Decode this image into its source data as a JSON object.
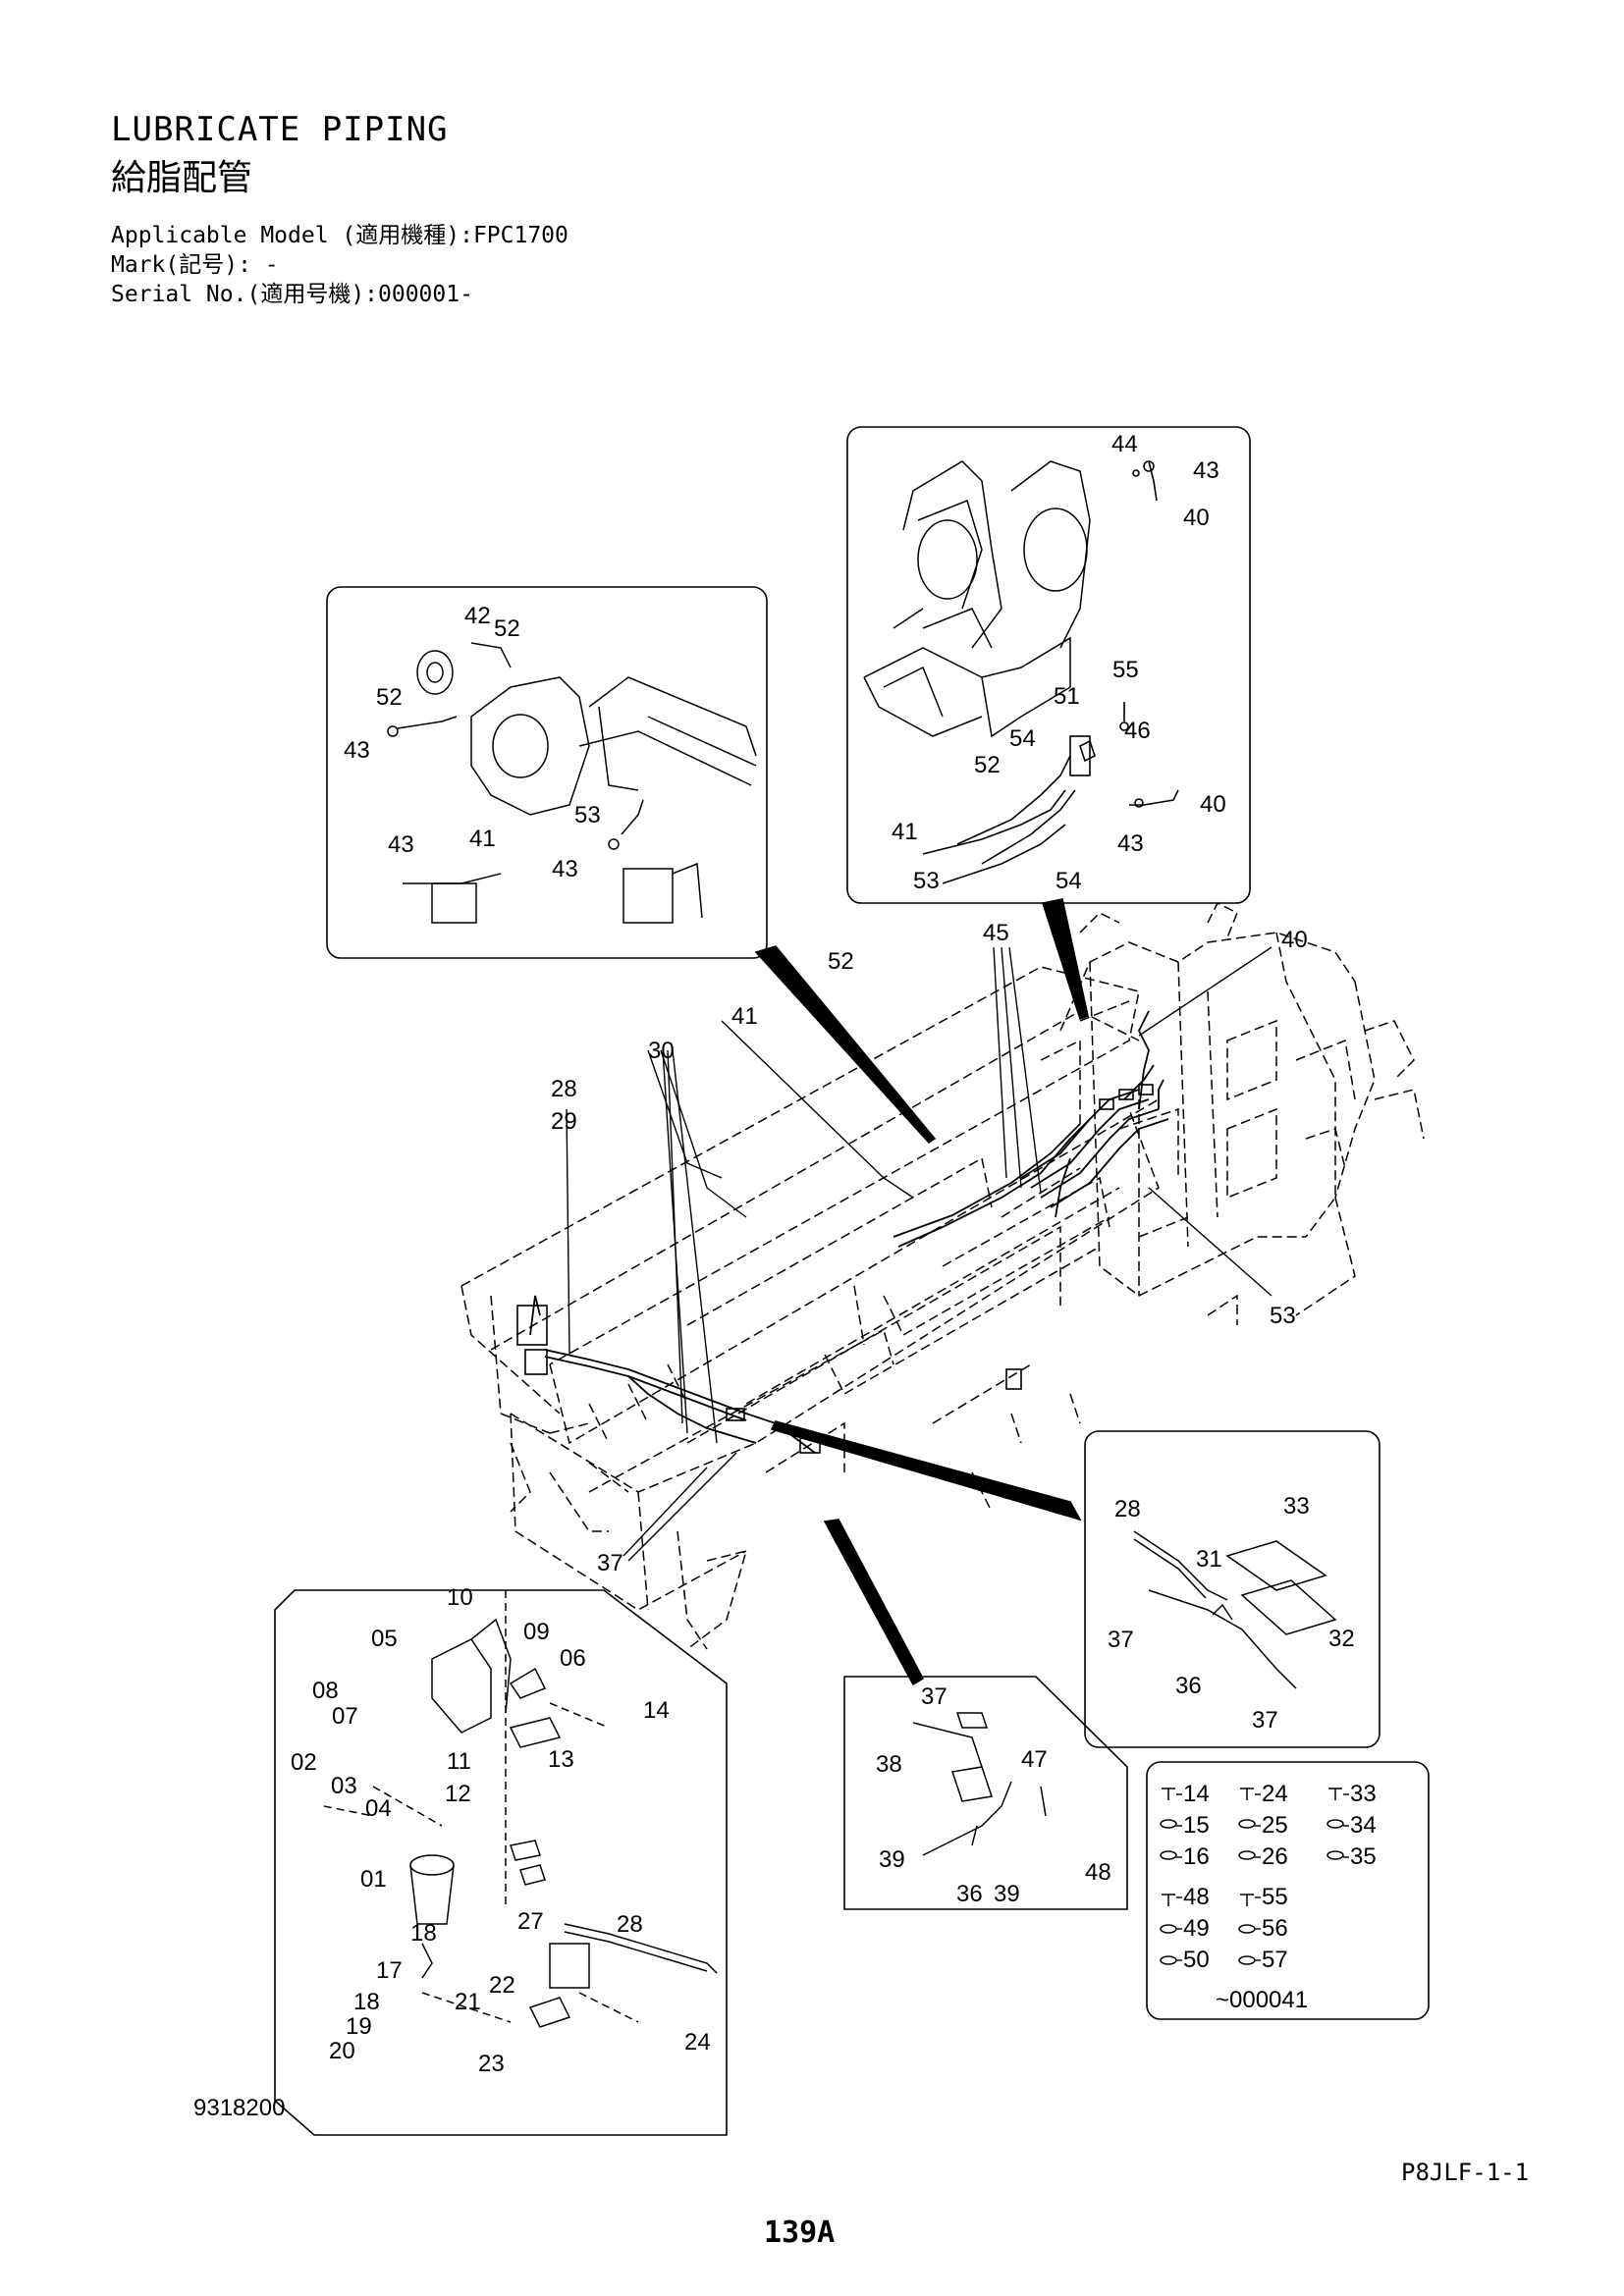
{
  "header": {
    "title_en": "LUBRICATE PIPING",
    "title_ja": "給脂配管",
    "applicable_model": "Applicable Model (適用機種):FPC1700",
    "mark": "Mark(記号): -",
    "serial": "Serial No.(適用号機):000001-"
  },
  "footer": {
    "drawing_no": "9318200",
    "page_code": "P8JLF-1-1",
    "page_number": "139A"
  },
  "callouts": {
    "n01": "01",
    "n02": "02",
    "n03": "03",
    "n04": "04",
    "n05": "05",
    "n06": "06",
    "n07": "07",
    "n08": "08",
    "n09": "09",
    "n10": "10",
    "n11": "11",
    "n12": "12",
    "n13": "13",
    "n14": "14",
    "n15": "15",
    "n16": "16",
    "n17": "17",
    "n18": "18",
    "n19": "19",
    "n20": "20",
    "n21": "21",
    "n22": "22",
    "n23": "23",
    "n24": "24",
    "n25": "25",
    "n26": "26",
    "n27": "27",
    "n28": "28",
    "n29": "29",
    "n30": "30",
    "n31": "31",
    "n32": "32",
    "n33": "33",
    "n34": "34",
    "n35": "35",
    "n36": "36",
    "n37": "37",
    "n38": "38",
    "n39": "39",
    "n40": "40",
    "n41": "41",
    "n42": "42",
    "n43": "43",
    "n44": "44",
    "n45": "45",
    "n46": "46",
    "n47": "47",
    "n48": "48",
    "n49": "49",
    "n50": "50",
    "n51": "51",
    "n52": "52",
    "n53": "53",
    "n54": "54",
    "n55": "55",
    "n56": "56",
    "n57": "57"
  },
  "legend_note": "~000041"
}
